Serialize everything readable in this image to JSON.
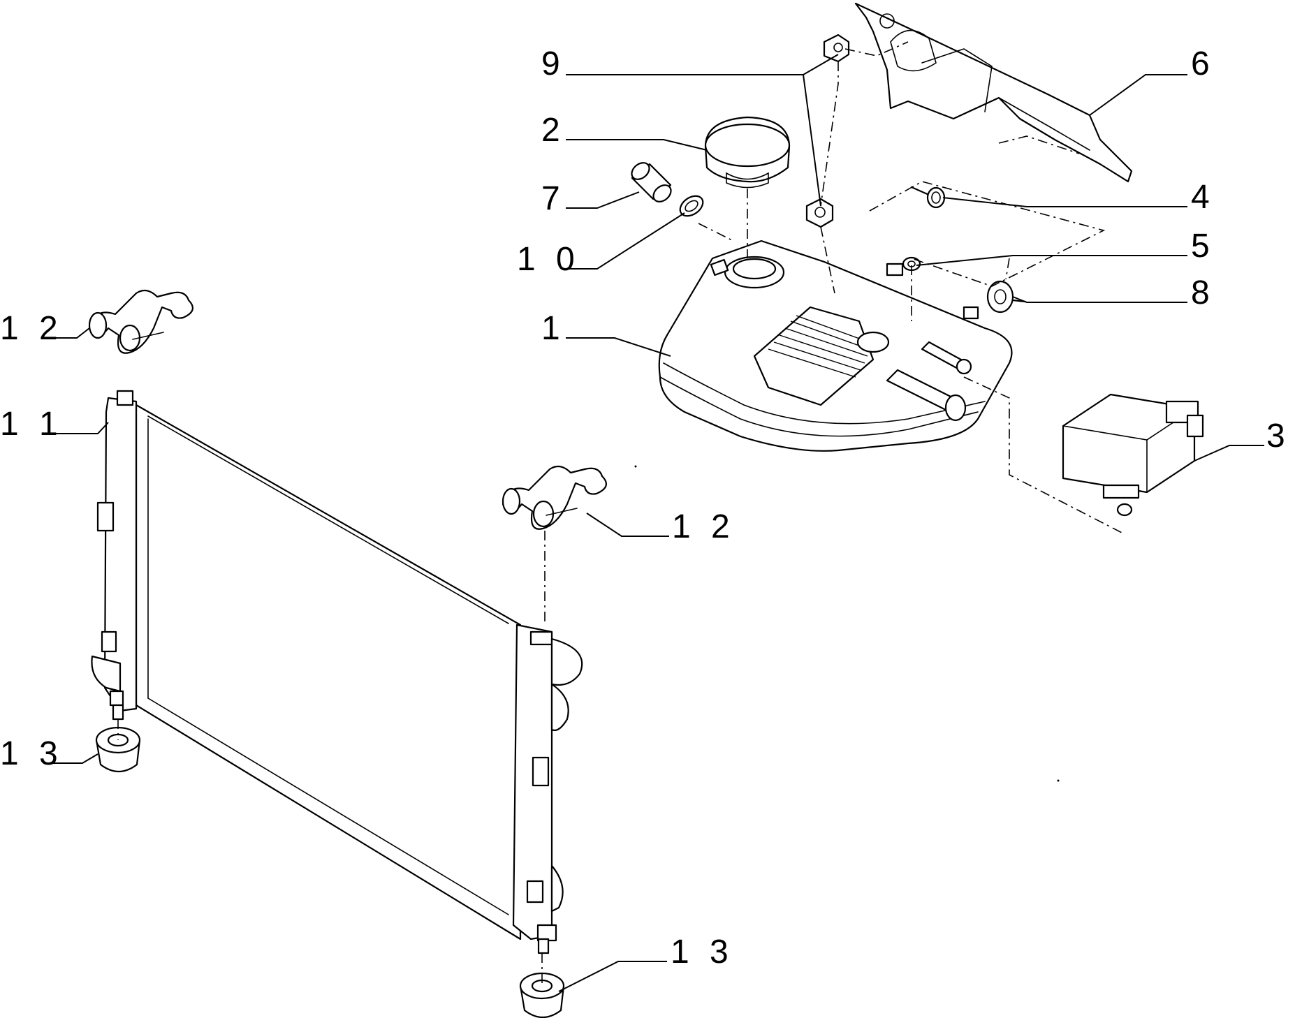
{
  "diagram": {
    "callouts": [
      {
        "id": "1",
        "text": "1"
      },
      {
        "id": "2",
        "text": "2"
      },
      {
        "id": "3",
        "text": "3"
      },
      {
        "id": "4",
        "text": "4"
      },
      {
        "id": "5",
        "text": "5"
      },
      {
        "id": "6",
        "text": "6"
      },
      {
        "id": "7",
        "text": "7"
      },
      {
        "id": "8",
        "text": "8"
      },
      {
        "id": "9",
        "text": "9"
      },
      {
        "id": "10",
        "text": "1 0"
      },
      {
        "id": "11",
        "text": "1 1"
      },
      {
        "id": "12a",
        "text": "1 2"
      },
      {
        "id": "12b",
        "text": "1 2"
      },
      {
        "id": "13a",
        "text": "1 3"
      },
      {
        "id": "13b",
        "text": "1 3"
      }
    ]
  }
}
